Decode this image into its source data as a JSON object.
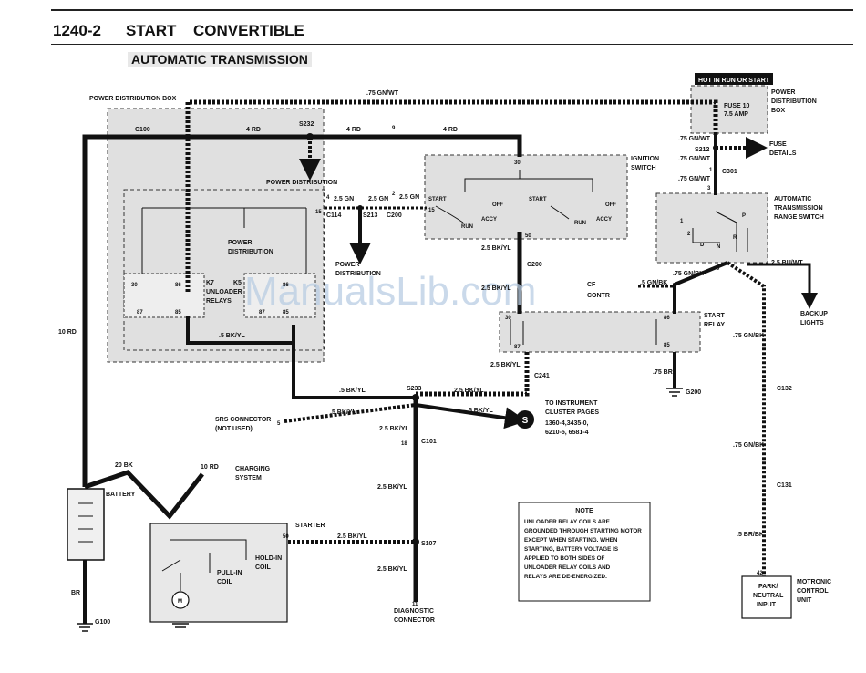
{
  "header": {
    "page_number": "1240-2",
    "section": "START",
    "model": "CONVERTIBLE",
    "subtitle": "AUTOMATIC TRANSMISSION"
  },
  "watermark": "ManualsLib.com",
  "boxes": {
    "pdb_left": "POWER DISTRIBUTION BOX",
    "pdb_right_1": "POWER",
    "pdb_right_2": "DISTRIBUTION",
    "pdb_right_3": "BOX",
    "hot": "HOT IN RUN OR START",
    "fuse_1": "FUSE 10",
    "fuse_2": "7.5 AMP",
    "ign_1": "IGNITION",
    "ign_2": "SWITCH",
    "range_1": "AUTOMATIC",
    "range_2": "TRANSMISSION",
    "range_3": "RANGE SWITCH",
    "k7_1": "K7",
    "k7_2": "UNLOADER",
    "k7_3": "RELAYS",
    "k5": "K5",
    "start_relay_1": "START",
    "start_relay_2": "RELAY",
    "battery": "BATTERY",
    "starter": "STARTER",
    "holdin_1": "HOLD-IN",
    "holdin_2": "COIL",
    "pullin_1": "PULL-IN",
    "pullin_2": "COIL",
    "motronic_1": "MOTRONIC",
    "motronic_2": "CONTROL",
    "motronic_3": "UNIT",
    "park_1": "PARK/",
    "park_2": "NEUTRAL",
    "park_3": "INPUT",
    "diag_1": "DIAGNOSTIC",
    "diag_2": "CONNECTOR",
    "srs_1": "SRS CONNECTOR",
    "srs_2": "(NOT USED)",
    "charging_1": "CHARGING",
    "charging_2": "SYSTEM",
    "pd_top": "POWER DISTRIBUTION",
    "pd_inner_1": "POWER",
    "pd_inner_2": "DISTRIBUTION",
    "pd_down_1": "POWER",
    "pd_down_2": "DISTRIBUTION",
    "fuse_details_1": "FUSE",
    "fuse_details_2": "DETAILS",
    "backup_1": "BACKUP",
    "backup_2": "LIGHTS",
    "instr_1": "TO INSTRUMENT",
    "instr_2": "CLUSTER PAGES",
    "instr_3": "1360-4,3435-0,",
    "instr_4": "6210-5, 6581-4"
  },
  "wires": {
    "gn_wt_top": ".75 GN/WT",
    "rd4_a": "4 RD",
    "rd4_b": "4 RD",
    "rd4_c": "4 RD",
    "gn25_a": "2.5 GN",
    "gn25_b": "2.5 GN",
    "gn25_c": "2.5 GN",
    "gn_wt_1": ".75 GN/WT",
    "gn_wt_2": ".75 GN/WT",
    "gn_wt_3": ".75 GN/WT",
    "bk_yl_25_a": "2.5 BK/YL",
    "bk_yl_25_b": "2.5 BK/YL",
    "bk_yl_25_c": "2.5 BK/YL",
    "bk_yl_25_d": "2.5 BK/YL",
    "bk_yl_25_e": "2.5 BK/YL",
    "bk_yl_25_f": "2.5 BK/YL",
    "bk_yl_25_g": "2.5 BK/YL",
    "bk_yl_5_a": ".5 BK/YL",
    "bk_yl_5_b": ".5 BK/YL",
    "bk_yl_5_c": ".5 BK/YL",
    "bk_yl_5_d": ".5 BK/YL",
    "gn_bk_a": ".75 GN/BK",
    "gn_bk_b": ".75 GN/BK",
    "gn_bk_c": ".75 GN/BK",
    "gn_bk_5": ".5 GN/BK",
    "bu_wt": "2.5 BU/WT",
    "br_75": ".75 BR",
    "br_bk": ".5 BR/BK",
    "rd10_a": "10 RD",
    "rd10_b": "10 RD",
    "bk20": "20 BK",
    "br": "BR",
    "cf_a": "CF",
    "cf_b": "CONTR"
  },
  "connectors": {
    "c100": "C100",
    "s232": "S232",
    "c114": "C114",
    "s213": "S213",
    "c200a": "C200",
    "c200b": "C200",
    "s212": "S212",
    "c301": "C301",
    "c241": "C241",
    "g200": "G200",
    "s233": "S233",
    "c101": "C101",
    "s107": "S107",
    "g100": "G100",
    "c132": "C132",
    "c131": "C131",
    "s_badge": "S"
  },
  "pins": {
    "p9a": "9",
    "p4": "4",
    "p15a": "15",
    "p2": "2",
    "p15b": "15",
    "p30a": "30",
    "p50a": "50",
    "p1": "1",
    "p3": "3",
    "p9b": "9",
    "p5": "5",
    "p18": "18",
    "p50b": "50",
    "p11": "11",
    "p42": "42",
    "k30": "30",
    "k86": "86",
    "k87": "87",
    "k85": "85",
    "r86": "86",
    "r85": "85",
    "r87": "87",
    "s86": "86",
    "s30": "30",
    "s87": "87",
    "s85": "85",
    "m": "M",
    "rs_p": "P",
    "rs_n": "N",
    "rs_r": "R",
    "rs_1": "1",
    "rs_2": "2",
    "rs_d": "D"
  },
  "switch_labels": {
    "start_a": "START",
    "off_a": "OFF",
    "run_a": "RUN",
    "accy_a": "ACCY",
    "start_b": "START",
    "off_b": "OFF",
    "run_b": "RUN",
    "accy_b": "ACCY"
  },
  "note": {
    "title": "NOTE",
    "lines": [
      "UNLOADER RELAY COILS ARE",
      "GROUNDED THROUGH STARTING MOTOR",
      "EXCEPT WHEN STARTING. WHEN",
      "STARTING, BATTERY VOLTAGE IS",
      "APPLIED TO BOTH SIDES OF",
      "UNLOADER RELAY COILS AND",
      "RELAYS ARE DE-ENERGIZED."
    ]
  }
}
